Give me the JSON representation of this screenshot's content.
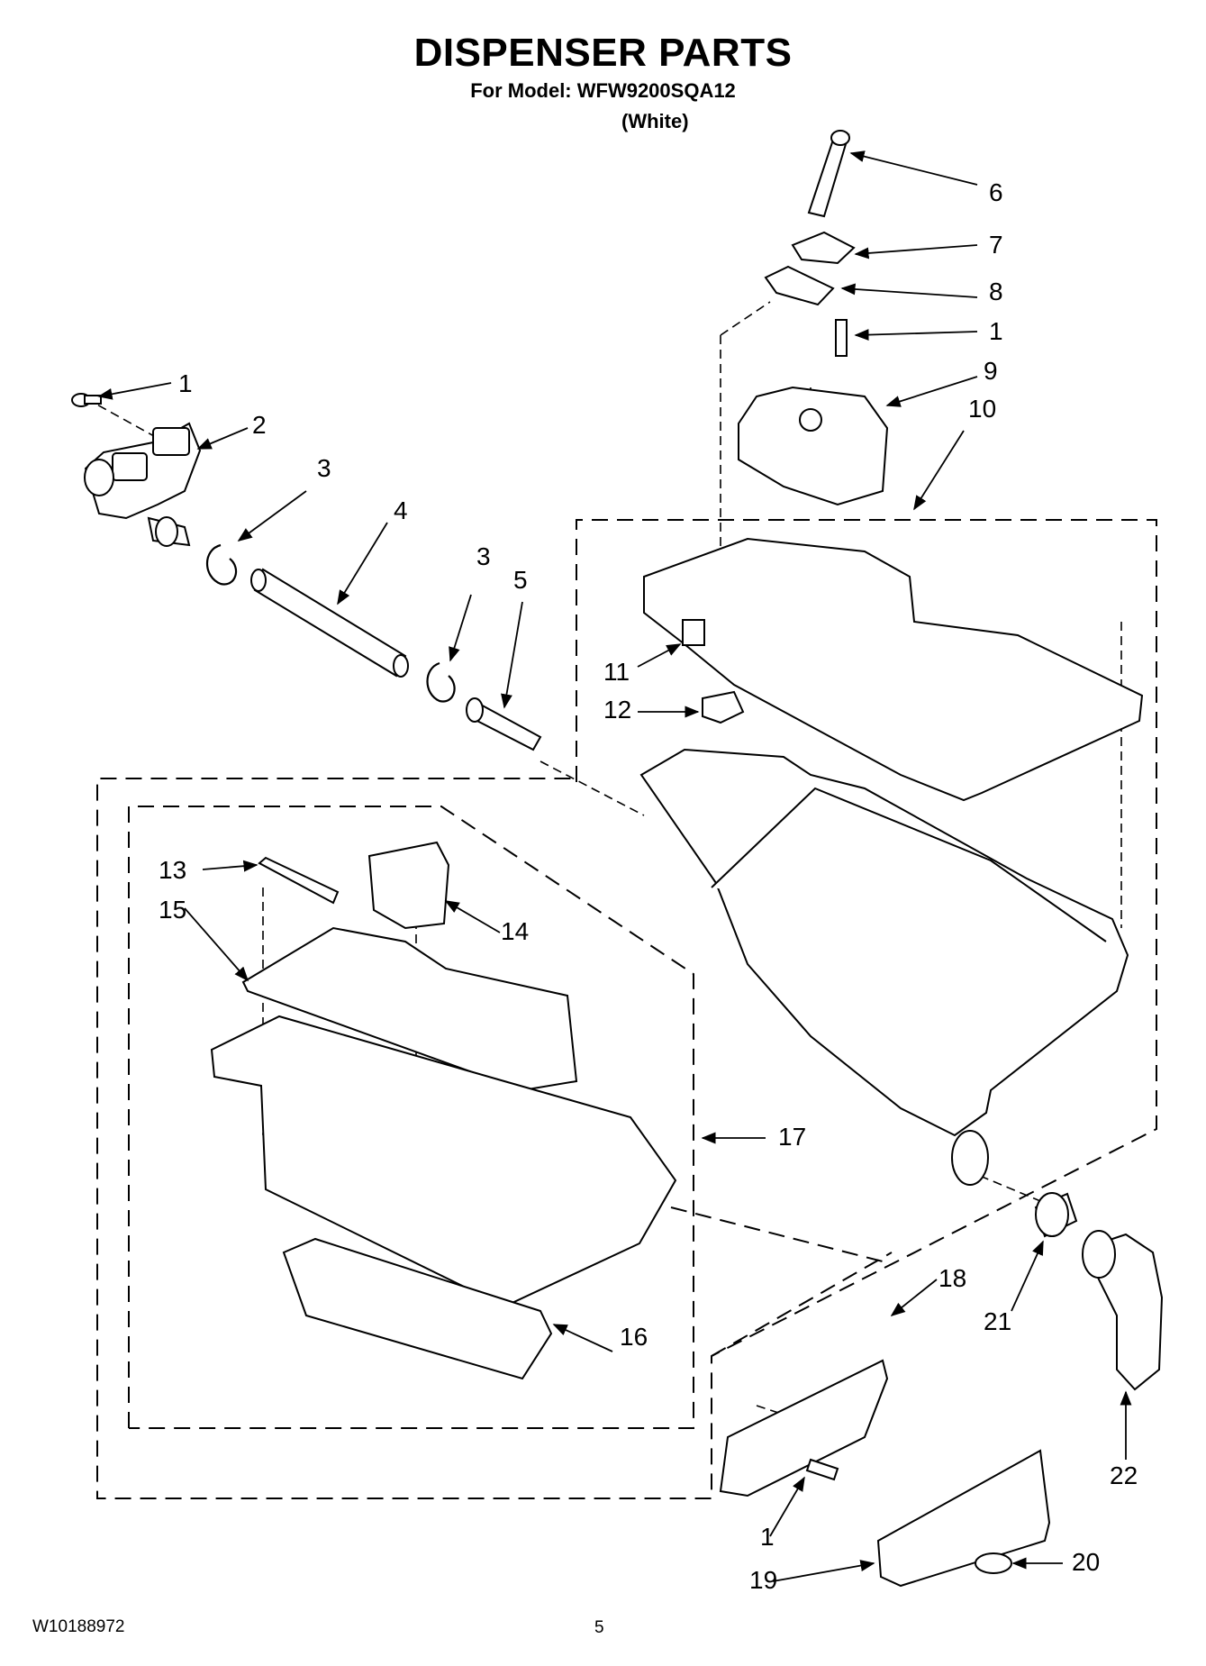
{
  "header": {
    "title": "DISPENSER PARTS",
    "model_line": "For Model: WFW9200SQA12",
    "variant": "(White)"
  },
  "callouts": [
    {
      "id": "c1a",
      "label": "1"
    },
    {
      "id": "c2",
      "label": "2"
    },
    {
      "id": "c3a",
      "label": "3"
    },
    {
      "id": "c4",
      "label": "4"
    },
    {
      "id": "c3b",
      "label": "3"
    },
    {
      "id": "c5",
      "label": "5"
    },
    {
      "id": "c6",
      "label": "6"
    },
    {
      "id": "c7",
      "label": "7"
    },
    {
      "id": "c8",
      "label": "8"
    },
    {
      "id": "c1b",
      "label": "1"
    },
    {
      "id": "c9",
      "label": "9"
    },
    {
      "id": "c10",
      "label": "10"
    },
    {
      "id": "c11",
      "label": "11"
    },
    {
      "id": "c12",
      "label": "12"
    },
    {
      "id": "c13",
      "label": "13"
    },
    {
      "id": "c15",
      "label": "15"
    },
    {
      "id": "c14",
      "label": "14"
    },
    {
      "id": "c17",
      "label": "17"
    },
    {
      "id": "c18",
      "label": "18"
    },
    {
      "id": "c21",
      "label": "21"
    },
    {
      "id": "c16",
      "label": "16"
    },
    {
      "id": "c22",
      "label": "22"
    },
    {
      "id": "c1c",
      "label": "1"
    },
    {
      "id": "c20",
      "label": "20"
    },
    {
      "id": "c19",
      "label": "19"
    }
  ],
  "footer": {
    "doc_number": "W10188972",
    "page_number": "5"
  }
}
